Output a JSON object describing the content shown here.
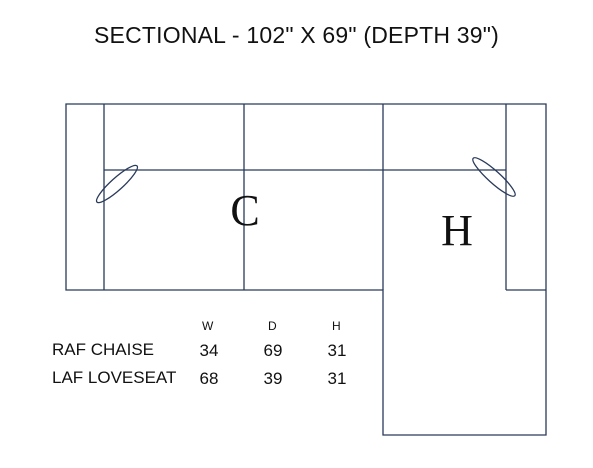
{
  "title": "SECTIONAL - 102\" X 69\" (DEPTH 39\")",
  "diagram": {
    "left_label": "C",
    "right_label": "H",
    "line_color": "#2a3a5a"
  },
  "dimensions": {
    "headers": [
      "W",
      "D",
      "H"
    ],
    "rows": [
      {
        "label": "RAF CHAISE",
        "w": "34",
        "d": "69",
        "h": "31"
      },
      {
        "label": "LAF LOVESEAT",
        "w": "68",
        "d": "39",
        "h": "31"
      }
    ]
  }
}
